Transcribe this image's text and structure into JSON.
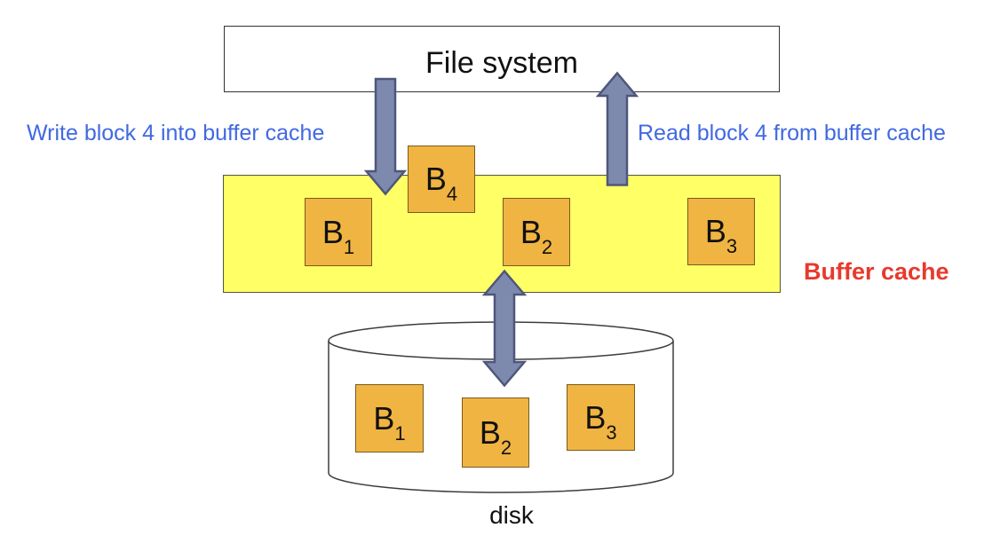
{
  "file_system": {
    "label": "File system"
  },
  "annotations": {
    "write_label": "Write block 4 into buffer cache",
    "read_label": "Read block 4 from buffer cache"
  },
  "buffer_cache": {
    "label": "Buffer cache",
    "blocks": [
      {
        "base": "B",
        "sub": "4"
      },
      {
        "base": "B",
        "sub": "1"
      },
      {
        "base": "B",
        "sub": "2"
      },
      {
        "base": "B",
        "sub": "3"
      }
    ]
  },
  "disk": {
    "label": "disk",
    "blocks": [
      {
        "base": "B",
        "sub": "1"
      },
      {
        "base": "B",
        "sub": "2"
      },
      {
        "base": "B",
        "sub": "3"
      }
    ]
  },
  "colors": {
    "accent_blue": "#4169E1",
    "label_red": "#E8392C",
    "cache_yellow": "#FFFF66",
    "block_orange": "#F0B442",
    "block_border": "#7A5C1E",
    "arrow_fill": "#7E89AE",
    "arrow_stroke": "#4E567B",
    "box_border": "#333333",
    "cylinder_stroke": "#3D3D3D"
  }
}
